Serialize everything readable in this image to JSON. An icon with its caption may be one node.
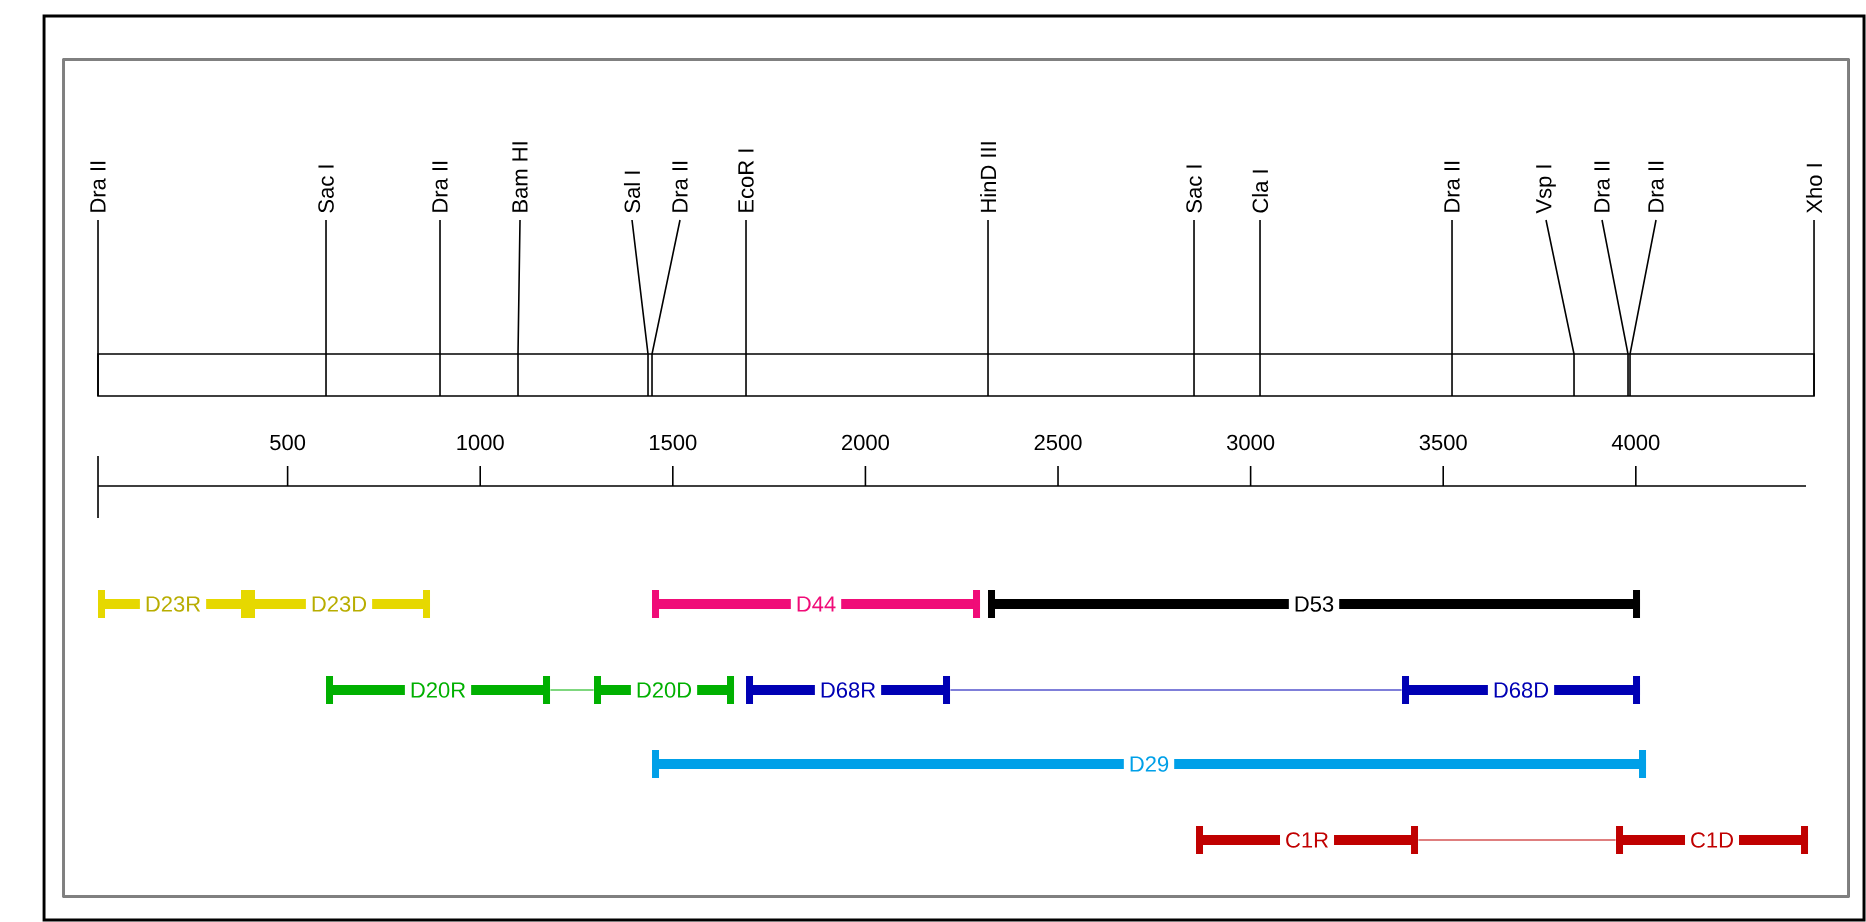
{
  "diagram": {
    "nodes": [
      {
        "text": [
          "D23R"
        ]
      },
      {
        "text": [
          "D23D"
        ]
      },
      {
        "text": [
          "D44"
        ]
      },
      {
        "text": [
          "D53"
        ]
      },
      {
        "text": [
          "D20R"
        ]
      },
      {
        "text": [
          "D20D"
        ]
      },
      {
        "text": [
          "D68R"
        ]
      },
      {
        "text": [
          "D68D"
        ]
      },
      {
        "text": [
          "D29"
        ]
      },
      {
        "text": [
          "C1R"
        ]
      },
      {
        "text": [
          "C1D"
        ]
      }
    ],
    "edges": [
      {
        "from": 4,
        "to": 5,
        "arrow": "none",
        "color": "#00b000"
      },
      {
        "from": 6,
        "to": 7,
        "arrow": "none",
        "color": "#0000b4"
      },
      {
        "from": 9,
        "to": 10,
        "arrow": "none",
        "color": "#c00000"
      }
    ],
    "labels": [
      "Dra II",
      "Sac I",
      "Dra II",
      "Bam HI",
      "Sal I",
      "Dra II",
      "EcoR I",
      "HinD III",
      "Sac I",
      "Cla I",
      "Dra II",
      "Vsp I",
      "Dra II",
      "Dra II",
      "Xho I",
      "500",
      "1000",
      "1500",
      "2000",
      "2500",
      "3000",
      "3500",
      "4000"
    ]
  }
}
